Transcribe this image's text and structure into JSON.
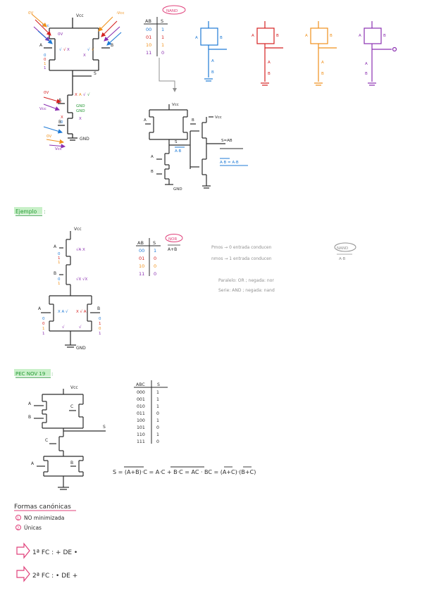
{
  "colors": {
    "ink": "#2a2a2a",
    "blue": "#1e7ad6",
    "red": "#d42020",
    "orange": "#f0901a",
    "purple": "#8a2fb0",
    "green": "#2a9a3a",
    "pink": "#e0407a",
    "gray": "#909090",
    "highlight": "#c8f0c8"
  },
  "top": {
    "vcc": "Vcc",
    "gnd": "GND",
    "s": "S",
    "a": "A",
    "b": "B",
    "ov_left": "0V",
    "vcc_left": "Vcc",
    "ov_right": "-Vcc",
    "ov_small": "0V",
    "nand_badge": "NAND",
    "truth_header_in": "AB",
    "truth_header_out": "S",
    "truth_in": [
      "00",
      "01",
      "10",
      "11"
    ],
    "truth_out": [
      "1",
      "1",
      "1",
      "0"
    ],
    "gnd_gnd": "GND",
    "gnd_gnd2": "GND",
    "second_vcc": "Vcc",
    "second_vcc2": "Vcc",
    "s_eq": "S=AB",
    "ab_bar": "A·B",
    "ab_eq": "A·B = A·B",
    "gnd_small": "GND"
  },
  "ejemplo": {
    "title": "Ejemplo",
    "vcc": "Vcc",
    "gnd": "GND",
    "a": "A",
    "b": "B",
    "truth_header_in": "AB",
    "truth_header_out": "S",
    "truth_in": [
      "00",
      "01",
      "10",
      "11"
    ],
    "truth_out": [
      "1",
      "0",
      "0",
      "0"
    ],
    "nor_badge": "NOR",
    "nor_expr": "A+B",
    "note1": "Pmos → 0 entrada conducen",
    "note2": "nmos → 1 entrada conducen",
    "note3": "Paralelo: OR ; negada: nor",
    "note4": "Serie: AND ; negada: nand",
    "nand_badge": "NAND",
    "nand_expr": "A·B",
    "marks1": "√A X",
    "marks2": "√X √X",
    "marks3": "X A √",
    "marks4": "X √ A"
  },
  "pec": {
    "title": "PEC NOV 19",
    "vcc": "Vcc",
    "s": "S",
    "a": "A",
    "b": "B",
    "c": "C",
    "truth_header_in": "ABC",
    "truth_header_out": "S",
    "truth_in": [
      "000",
      "001",
      "010",
      "011",
      "100",
      "101",
      "110",
      "111"
    ],
    "truth_out": [
      "1",
      "1",
      "1",
      "0",
      "1",
      "0",
      "1",
      "0"
    ],
    "eq": "S = (A+B)·C  =  A·C + B·C  =  AC · BC  =  (A+C)·(B+C)"
  },
  "canonicas": {
    "title": "Formas canónicas",
    "item1_num": "1",
    "item1": "NO minimizada",
    "item2_num": "2",
    "item2": "Únicas",
    "fc1": "1ª FC : + DE •",
    "fc2": "2ª FC : • DE +"
  }
}
